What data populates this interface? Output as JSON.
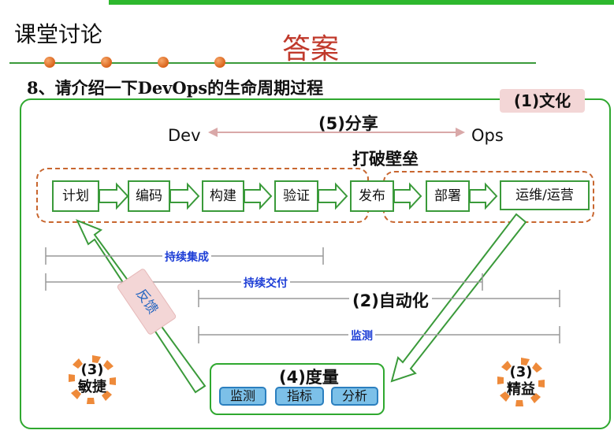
{
  "slide": {
    "course_title": "课堂讨论",
    "answer_title": "答案",
    "question": "8、请介绍一下DevOps的生命周期过程"
  },
  "culture_label": "(1)文化",
  "dev_label": "Dev",
  "ops_label": "Ops",
  "share_label": "(5)分享",
  "barrier_label": "打破壁垒",
  "pipeline_steps": [
    "计划",
    "编码",
    "构建",
    "验证",
    "发布",
    "部署",
    "运维/运营"
  ],
  "ranges": {
    "ci": "持续集成",
    "cd": "持续交付",
    "monitor": "监测"
  },
  "automation_label": "(2)自动化",
  "feedback_label": "反馈",
  "measure": {
    "title": "(4)度量",
    "items": [
      "监测",
      "指标",
      "分析"
    ]
  },
  "agile": {
    "num": "(3)",
    "label": "敏捷"
  },
  "lean": {
    "num": "(3)",
    "label": "精益"
  },
  "colors": {
    "green": "#2fa82f",
    "dash_orange": "#c8662f",
    "answer_red": "#c0392b",
    "range_blue": "#1c3dd6",
    "pill_blue": "#7cc0e8",
    "culture_pink": "#f3d6d6"
  }
}
